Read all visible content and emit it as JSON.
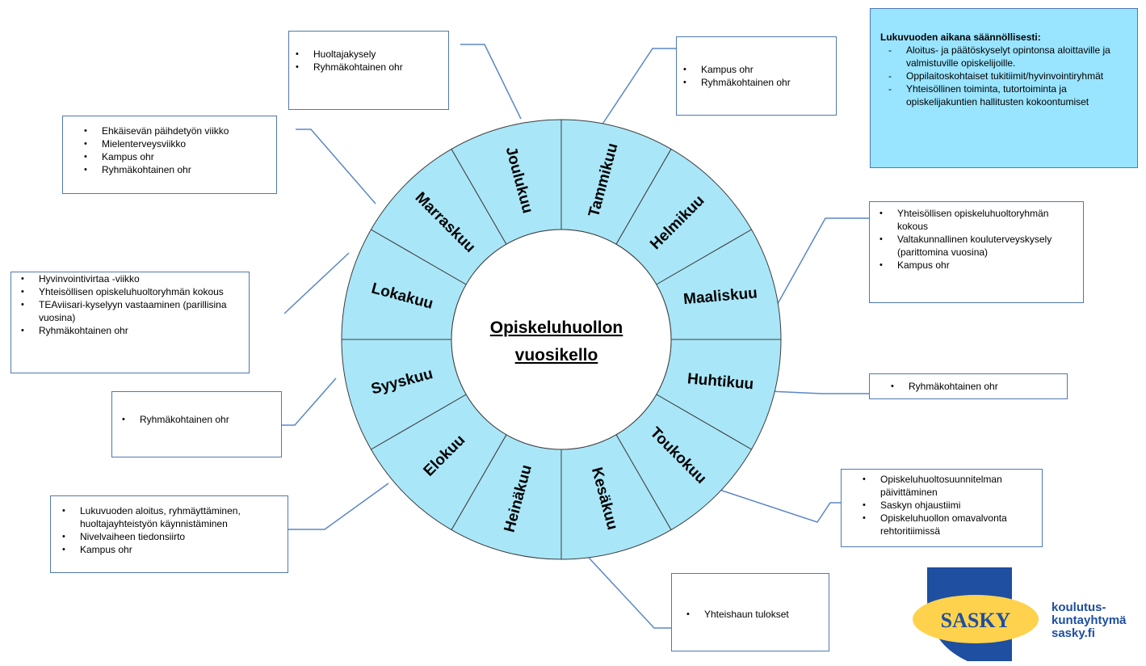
{
  "title_line1": "Opiskeluhuollon",
  "title_line2": "vuosikello",
  "months": [
    "Tammikuu",
    "Helmikuu",
    "Maaliskuu",
    "Huhtikuu",
    "Toukokuu",
    "Kesäkuu",
    "Heinäkuu",
    "Elokuu",
    "Syyskuu",
    "Lokakuu",
    "Marraskuu",
    "Joulukuu"
  ],
  "colors": {
    "ring": "#a9e6f8",
    "ring_stroke": "#3d3d3d",
    "connector": "#5b87c5",
    "box_border": "#4f79b0",
    "info_bg": "#99e4ff",
    "logo_blue": "#1e4fa0",
    "logo_yellow": "#ffd24d"
  },
  "boxes": {
    "dec": [
      "Huoltajakysely",
      "Ryhmäkohtainen ohr"
    ],
    "jan": [
      "Kampus ohr",
      "Ryhmäkohtainen ohr"
    ],
    "nov": [
      "Ehkäisevän päihdetyön viikko",
      "Mielenterveysviikko",
      "Kampus ohr",
      "Ryhmäkohtainen ohr"
    ],
    "oct": [
      "Hyvinvointivirtaa -viikko",
      "Yhteisöllisen opiskeluhuoltoryhmän kokous",
      "TEAviisari-kyselyyn vastaaminen (parillisina vuosina)",
      "Ryhmäkohtainen ohr"
    ],
    "sep": [
      "Ryhmäkohtainen ohr"
    ],
    "aug": [
      "Lukuvuoden aloitus, ryhmäyttäminen, huoltajayhteistyön käynnistäminen",
      "Nivelvaiheen tiedonsiirto",
      "Kampus ohr"
    ],
    "mar": [
      "Yhteisöllisen opiskeluhuoltoryhmän kokous",
      "Valtakunnallinen kouluterveyskysely (parittomina vuosina)",
      "Kampus ohr"
    ],
    "apr": [
      "Ryhmäkohtainen ohr"
    ],
    "may": [
      "Opiskeluhuoltosuunnitelman päivittäminen",
      "Saskyn ohjaustiimi",
      "Opiskeluhuollon omavalvonta rehtoritiimissä"
    ],
    "jun": [
      "Yhteishaun tulokset"
    ]
  },
  "info": {
    "heading": "Lukuvuoden aikana säännöllisesti:",
    "items": [
      "Aloitus- ja päätöskyselyt opintonsa aloittaville ja valmistuville opiskelijoille.",
      "Oppilaitoskohtaiset tukitiimit/hyvinvointiryhmät",
      "Yhteisöllinen toiminta, tutortoiminta ja opiskelijakuntien hallitusten kokoontumiset"
    ]
  },
  "logo": {
    "mark": "SASKY",
    "line1": "koulutus-",
    "line2": "kuntayhtymä",
    "line3": "sasky.fi"
  }
}
